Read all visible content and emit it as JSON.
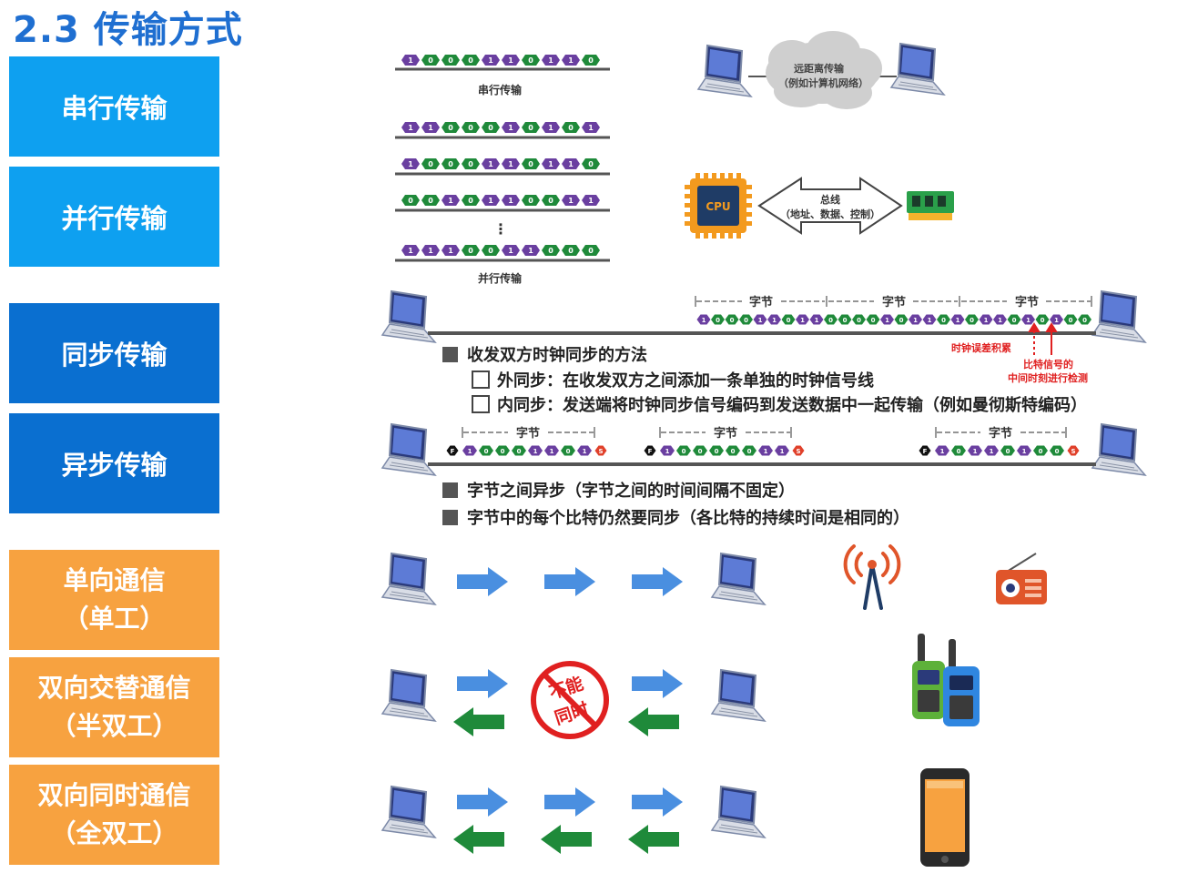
{
  "title": "2.3 传输方式",
  "sidebar": {
    "serial": "串行传输",
    "parallel": "并行传输",
    "sync": "同步传输",
    "async": "异步传输",
    "simplex_1": "单向通信",
    "simplex_2": "（单工）",
    "half_1": "双向交替通信",
    "half_2": "（半双工）",
    "full_1": "双向同时通信",
    "full_2": "（全双工）"
  },
  "serial": {
    "label": "串行传输",
    "bits": [
      "1",
      "0",
      "0",
      "0",
      "1",
      "1",
      "0",
      "1",
      "1",
      "0"
    ]
  },
  "parallel": {
    "label": "并行传输",
    "rows": [
      [
        "1",
        "1",
        "0",
        "0",
        "0",
        "1",
        "0",
        "1",
        "0",
        "1"
      ],
      [
        "1",
        "0",
        "0",
        "0",
        "1",
        "1",
        "0",
        "1",
        "1",
        "0"
      ],
      [
        "0",
        "0",
        "1",
        "0",
        "1",
        "1",
        "0",
        "0",
        "1",
        "1"
      ],
      [
        "1",
        "1",
        "1",
        "0",
        "0",
        "1",
        "1",
        "0",
        "0",
        "0"
      ]
    ],
    "ellipsis": "⋮"
  },
  "network": {
    "cloud_line1": "远距离传输",
    "cloud_line2": "（例如计算机网络）"
  },
  "bus": {
    "cpu": "CPU",
    "line1": "总线",
    "line2": "（地址、数据、控制）"
  },
  "sync": {
    "byte_label": "字节",
    "bits": [
      "1",
      "0",
      "0",
      "0",
      "1",
      "1",
      "0",
      "1",
      "1",
      "0",
      "0",
      "0",
      "0",
      "1",
      "0",
      "1",
      "1",
      "0",
      "1",
      "0",
      "1",
      "1",
      "0",
      "1",
      "0",
      "1",
      "0",
      "0"
    ],
    "error_note": "时钟误差积累",
    "check_note_1": "比特信号的",
    "check_note_2": "中间时刻进行检测",
    "heading": "收发双方时钟同步的方法",
    "option1": "外同步：在收发双方之间添加一条单独的时钟信号线",
    "option2": "内同步：发送端将时钟同步信号编码到发送数据中一起传输（例如曼彻斯特编码）"
  },
  "async": {
    "byte_label": "字节",
    "start": "F",
    "stop": "S",
    "bytes": [
      [
        "1",
        "0",
        "0",
        "0",
        "1",
        "1",
        "0",
        "1"
      ],
      [
        "1",
        "0",
        "0",
        "0",
        "0",
        "0",
        "1",
        "1"
      ],
      [
        "1",
        "0",
        "1",
        "1",
        "0",
        "1",
        "0",
        "0"
      ]
    ],
    "point1": "字节之间异步（字节之间的时间间隔不固定）",
    "point2": "字节中的每个比特仍然要同步（各比特的持续时间是相同的）"
  },
  "half_duplex": {
    "stamp_1": "不能",
    "stamp_2": "同时"
  },
  "colors": {
    "bit_one": "#6a3fa0",
    "bit_zero": "#1f8a3a",
    "blue_arrow": "#4a8fe0",
    "green_arrow": "#1f8a3a",
    "title": "#1f6fd1"
  },
  "icons": [
    "laptop-icon",
    "cloud-icon",
    "cpu-icon",
    "memory-icon",
    "radio-tower-icon",
    "radio-icon",
    "walkie-talkie-icon",
    "phone-icon",
    "right-arrow-icon",
    "left-arrow-icon",
    "no-stamp-icon"
  ]
}
